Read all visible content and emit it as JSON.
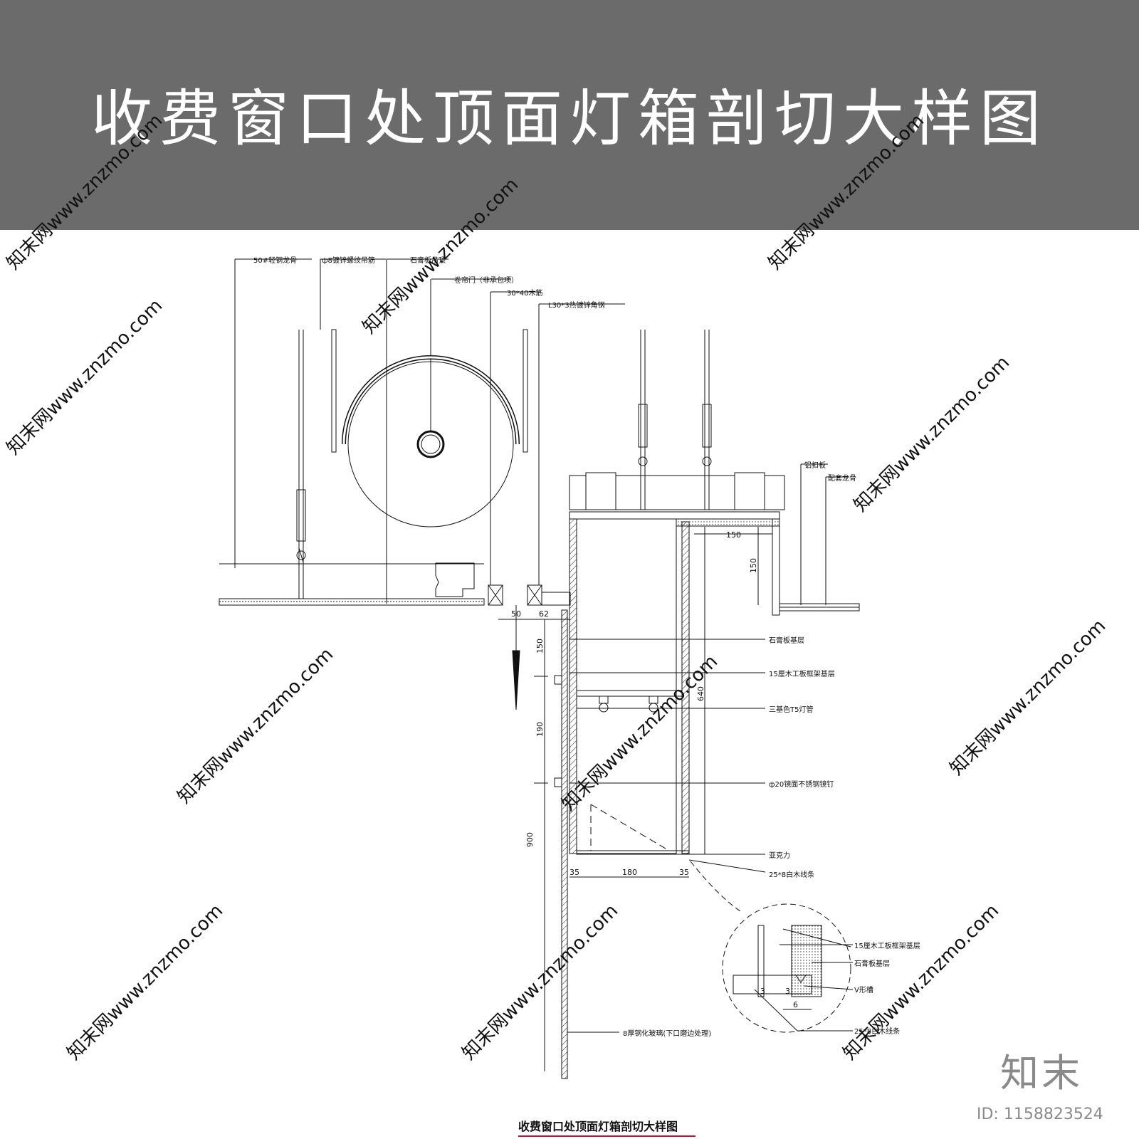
{
  "title": "收费窗口处顶面灯箱剖切大样图",
  "labels": {
    "l1": "50#轻钢龙骨",
    "l2": "ф8镀锌螺纹吊筋",
    "l3": "石膏板吊顶",
    "l4": "卷帘门（非承包项）",
    "l5": "30*40木筋",
    "l6": "L30*3热镀锌角钢",
    "l7": "铝扣板",
    "l8": "配套龙骨",
    "l9": "石膏板基层",
    "l10": "15厘木工板框架基层",
    "l11": "三基色T5灯管",
    "l12": "ф20镜面不锈钢镜钉",
    "l13": "亚克力",
    "l14": "25*8白木线条",
    "l15": "8厚钢化玻璃(下口磨边处理)",
    "d1": "15厘木工板框架基层",
    "d2": "石膏板基层",
    "d3": "V形槽",
    "d4": "25*8白木线条"
  },
  "dims": {
    "w150": "150",
    "h150": "150",
    "d50": "50",
    "d62": "62",
    "v150": "150",
    "v190": "190",
    "v900": "900",
    "v640": "640",
    "b35a": "35",
    "b180": "180",
    "b35b": "35",
    "s3a": "3",
    "s3b": "3",
    "s6": "6"
  },
  "caption": "收费窗口处顶面灯箱剖切大样图",
  "watermark_text": "知末网www.znzmo.com",
  "brand": "知末",
  "id_text": "ID: 1158823524"
}
